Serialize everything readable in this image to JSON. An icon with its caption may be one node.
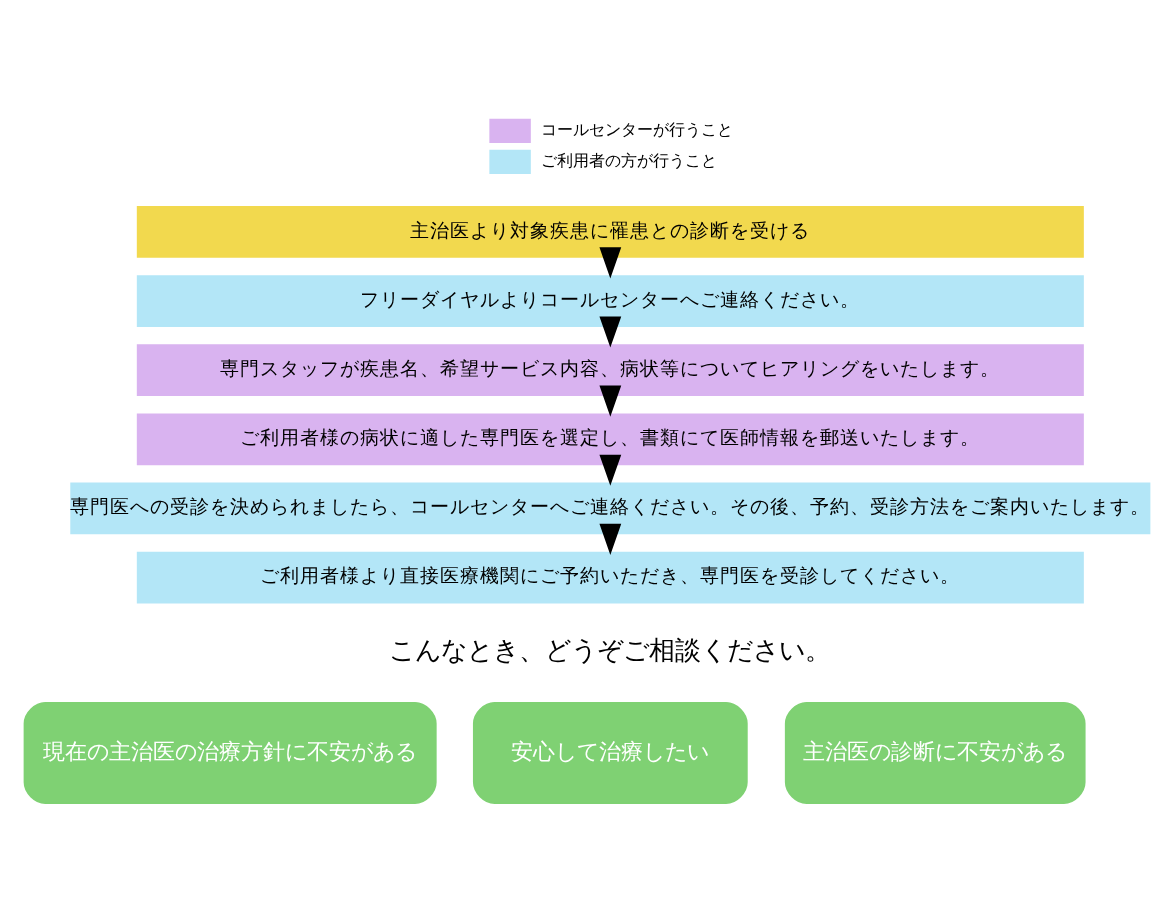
{
  "diagram": {
    "nodes": [
      {
        "text": [
          "主治医より対象疾患に罹患との診断を受ける"
        ]
      },
      {
        "text": [
          "フリーダイヤルよりコールセンターへご連絡ください。"
        ]
      },
      {
        "text": [
          "専門スタッフが疾患名、希望サービス内容、病状等についてヒアリングをいたします。"
        ]
      },
      {
        "text": [
          "ご利用者様の病状に適した専門医を選定し、書類にて医師情報を郵送いたします。"
        ]
      },
      {
        "text": [
          "専門医への受診を決められましたら、コールセンターへご連絡ください。その後、予約、受診方法をご案内いたします。"
        ]
      },
      {
        "text": [
          "ご利用者様より直接医療機関にご予約いただき、専門医を受診してください。"
        ]
      },
      {
        "text": [
          "現在の主治医の治療方針に不安がある"
        ]
      },
      {
        "text": [
          "安心して治療したい"
        ]
      },
      {
        "text": [
          "主治医の診断に不安がある"
        ]
      }
    ],
    "edges": [
      {
        "from": 0,
        "to": 1,
        "arrow": "to"
      },
      {
        "from": 1,
        "to": 2,
        "arrow": "to"
      },
      {
        "from": 2,
        "to": 3,
        "arrow": "to"
      },
      {
        "from": 3,
        "to": 4,
        "arrow": "to"
      },
      {
        "from": 4,
        "to": 5,
        "arrow": "to"
      }
    ],
    "labels": [
      "こんなとき、どうぞご相談ください。"
    ],
    "legend": [
      {
        "text": "コールセンターが行うこと",
        "color": "#d9b3f0"
      },
      {
        "text": "ご利用者の方が行うこと",
        "color": "#b3e6f7"
      }
    ]
  }
}
